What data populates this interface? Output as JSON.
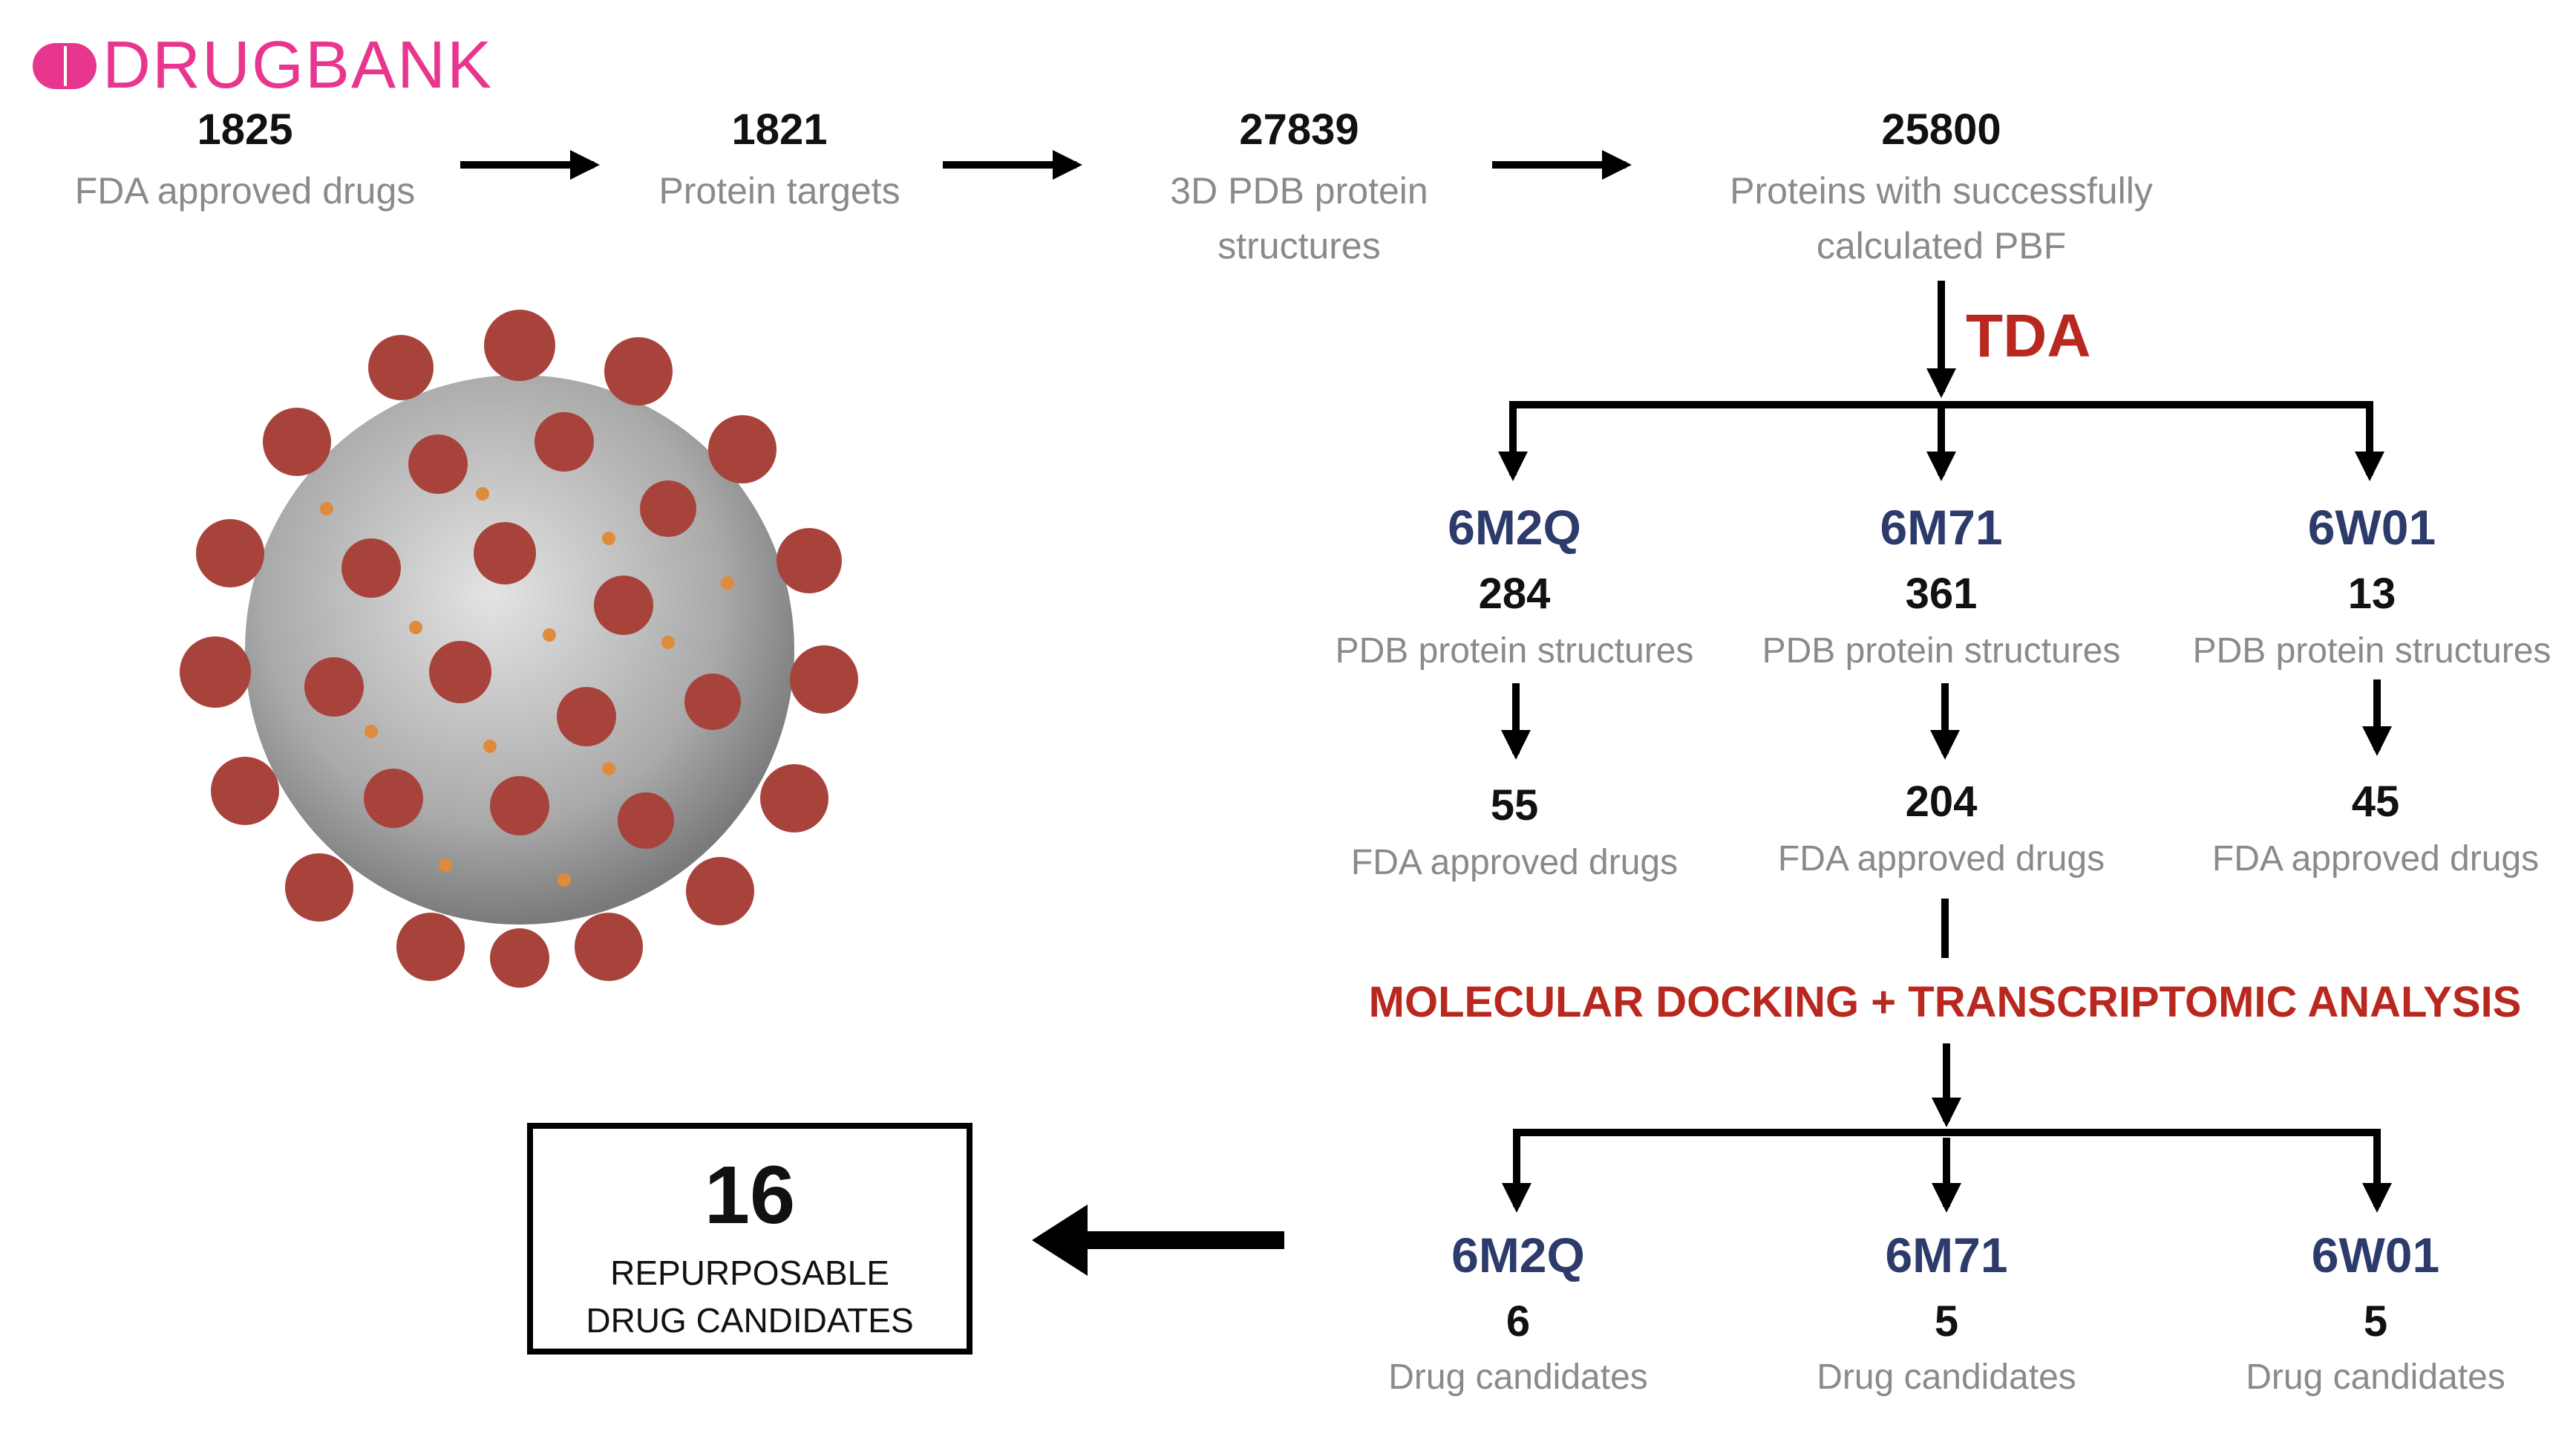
{
  "logo": {
    "text": "DRUGBANK",
    "color": "#e8368f"
  },
  "top_row": [
    {
      "value": "1825",
      "label": "FDA approved drugs"
    },
    {
      "value": "1821",
      "label": "Protein targets"
    },
    {
      "value": "27839",
      "label": "3D PDB protein structures"
    },
    {
      "value": "25800",
      "label": "Proteins with successfully calculated PBF"
    }
  ],
  "tda_label": "TDA",
  "targets": [
    {
      "pdb": "6M2Q",
      "structures": "284",
      "structures_label": "PDB protein structures",
      "drugs": "55",
      "drugs_label": "FDA approved drugs",
      "candidates": "6",
      "candidates_label": "Drug candidates"
    },
    {
      "pdb": "6M71",
      "structures": "361",
      "structures_label": "PDB protein structures",
      "drugs": "204",
      "drugs_label": "FDA approved drugs",
      "candidates": "5",
      "candidates_label": "Drug candidates"
    },
    {
      "pdb": "6W01",
      "structures": "13",
      "structures_label": "PDB protein structures",
      "drugs": "45",
      "drugs_label": "FDA approved drugs",
      "candidates": "5",
      "candidates_label": "Drug candidates"
    }
  ],
  "analysis_label": "MOLECULAR DOCKING + TRANSCRIPTOMIC ANALYSIS",
  "result": {
    "value": "16",
    "label": "REPURPOSABLE DRUG CANDIDATES"
  },
  "colors": {
    "pdb_blue": "#2c3b6b",
    "accent_red": "#b8281e",
    "virus_spike": "#a8433c",
    "virus_body": "#bdbdbd"
  }
}
